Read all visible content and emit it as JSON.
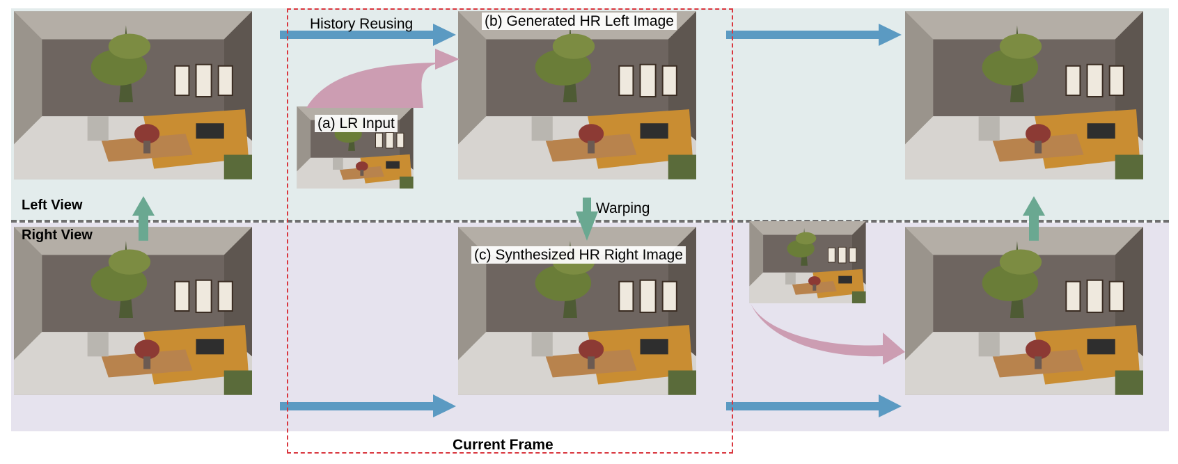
{
  "labels": {
    "left_view": "Left View",
    "right_view": "Right View",
    "history_reusing": "History Reusing",
    "lr_input": "(a) LR Input",
    "generated_hr_left": "(b) Generated HR Left Image",
    "warping": "Warping",
    "synthesized_hr_right": "(c) Synthesized HR Right Image",
    "current_frame": "Current Frame"
  },
  "colors": {
    "top_band": "#e3ecec",
    "bottom_band": "#e6e3ee",
    "blue_arrow": "#5b9ac2",
    "pink_arrow": "#cc9db2",
    "green_arrow": "#6aa891",
    "dashed_frame": "#d9363e",
    "divider": "#6f6f6f"
  },
  "icons": {
    "scene_thumbnail": "room-scene-image",
    "flow_arrow": "arrow-icon"
  }
}
